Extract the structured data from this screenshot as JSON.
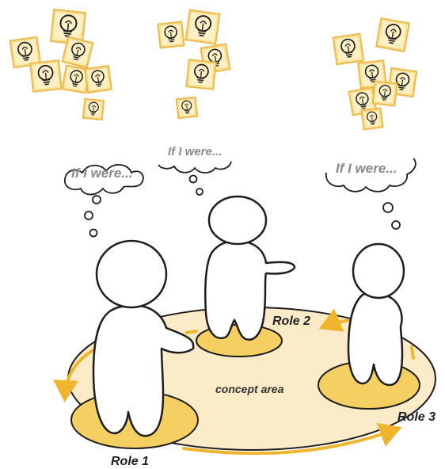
{
  "thoughts": {
    "left": "If I were...",
    "center": "If I were...",
    "right": "If I were..."
  },
  "roles": {
    "role1": "Role 1",
    "role2": "Role 2",
    "role3": "Role 3"
  },
  "concept_area": "concept area",
  "colors": {
    "note_fill": "#fbe39c",
    "note_stroke": "#efb84a",
    "area_fill": "#fcebc9",
    "base_fill": "#f6cf63",
    "arrow": "#f1b52d",
    "outline": "#1e1e1e"
  },
  "icons": {
    "idea_note": "lightbulb-icon",
    "person": "person-figure"
  }
}
